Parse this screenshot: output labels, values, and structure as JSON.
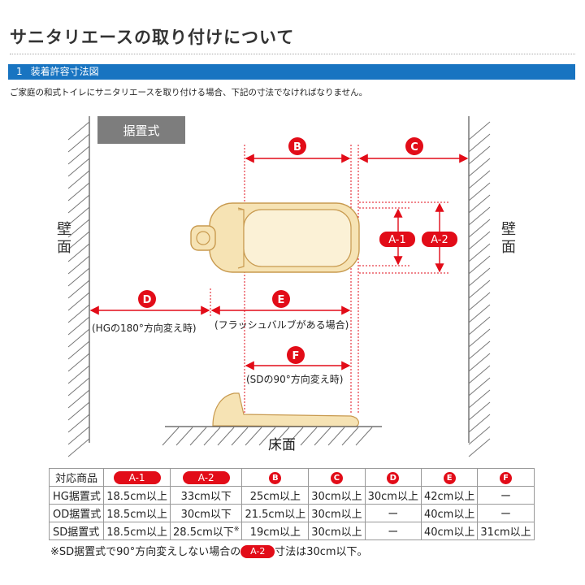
{
  "page": {
    "title": "サニタリエースの取り付けについて",
    "section_number": "1",
    "section_title": "装着許容寸法図",
    "intro": "ご家庭の和式トイレにサニタリエースを取り付ける場合、下記の寸法でなければなりません。"
  },
  "diagram": {
    "mode_label": "据置式",
    "left_wall_label": "壁\n面",
    "right_wall_label": "壁\n面",
    "floor_label": "床面",
    "markers": {
      "A1": "A-1",
      "A2": "A-2",
      "B": "B",
      "C": "C",
      "D": "D",
      "E": "E",
      "F": "F"
    },
    "notes": {
      "D": "(HGの180°方向変え時)",
      "E": "(フラッシュバルブがある場合)",
      "F": "(SDの90°方向変え時)"
    },
    "colors": {
      "accent": "#e20c18",
      "toilet_fill": "#f6e3b4",
      "toilet_stroke": "#c89a4f",
      "label_bg": "#7d7d7d"
    }
  },
  "table": {
    "headers": [
      "対応商品",
      "A-1",
      "A-2",
      "B",
      "C",
      "D",
      "E",
      "F"
    ],
    "rows": [
      {
        "name": "HG据置式",
        "cells": [
          "18.5cm以上",
          "33cm以下",
          "25cm以上",
          "30cm以上",
          "30cm以上",
          "42cm以上",
          "ー"
        ],
        "a2_mark": ""
      },
      {
        "name": "OD据置式",
        "cells": [
          "18.5cm以上",
          "30cm以下",
          "21.5cm以上",
          "30cm以上",
          "ー",
          "40cm以上",
          "ー"
        ],
        "a2_mark": ""
      },
      {
        "name": "SD据置式",
        "cells": [
          "18.5cm以上",
          "28.5cm以下",
          "19cm以上",
          "30cm以上",
          "ー",
          "40cm以上",
          "31cm以上"
        ],
        "a2_mark": "※"
      }
    ]
  },
  "footnote": {
    "before": "※SD据置式で90°方向変えしない場合の",
    "tag": "A-2",
    "after": "寸法は30cm以下。"
  }
}
